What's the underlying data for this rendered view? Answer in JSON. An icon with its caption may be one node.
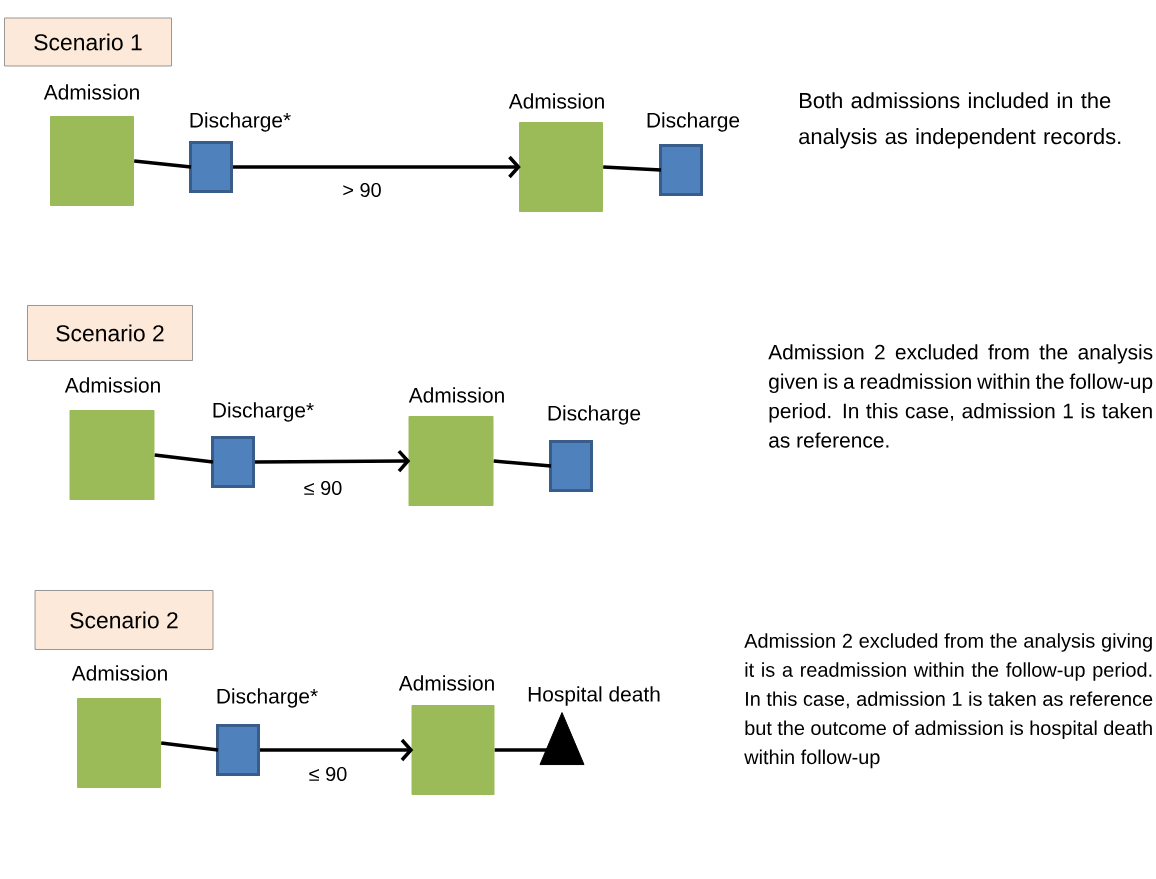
{
  "diagram": {
    "nodes": [
      {
        "text": [
          "Scenario 1"
        ]
      },
      {
        "text": [
          "Admission"
        ]
      },
      {
        "text": [
          "Discharge*"
        ]
      },
      {
        "text": [
          "Admission"
        ]
      },
      {
        "text": [
          "Discharge"
        ]
      },
      {
        "text": [
          "Scenario 2"
        ]
      },
      {
        "text": [
          "Admission"
        ]
      },
      {
        "text": [
          "Discharge*"
        ]
      },
      {
        "text": [
          "Admission"
        ]
      },
      {
        "text": [
          "Discharge"
        ]
      },
      {
        "text": [
          "Scenario 2"
        ]
      },
      {
        "text": [
          "Admission"
        ]
      },
      {
        "text": [
          "Discharge*"
        ]
      },
      {
        "text": [
          "Admission"
        ]
      },
      {
        "text": [
          "Hospital death"
        ]
      }
    ],
    "edges": [
      {
        "from": 1,
        "to": 2,
        "arrow": "none"
      },
      {
        "from": 2,
        "to": 3,
        "arrow": "to",
        "label": "> 90"
      },
      {
        "from": 3,
        "to": 4,
        "arrow": "none"
      },
      {
        "from": 6,
        "to": 7,
        "arrow": "none"
      },
      {
        "from": 7,
        "to": 8,
        "arrow": "to",
        "label": "≤ 90"
      },
      {
        "from": 8,
        "to": 9,
        "arrow": "none"
      },
      {
        "from": 11,
        "to": 12,
        "arrow": "none"
      },
      {
        "from": 12,
        "to": 13,
        "arrow": "to",
        "label": "≤ 90"
      },
      {
        "from": 13,
        "to": 14,
        "arrow": "none"
      }
    ],
    "labels": [
      "Both admissions included in the analysis as independent records.",
      "Admission 2 excluded from the analysis given is a readmission within the follow-up period. In this case, admission 1 is taken as reference.",
      "Admission 2 excluded from the analysis giving it is a readmission within the follow-up period. In this case, admission 1 is taken as reference but the outcome of admission is hospital death within follow-up"
    ]
  }
}
